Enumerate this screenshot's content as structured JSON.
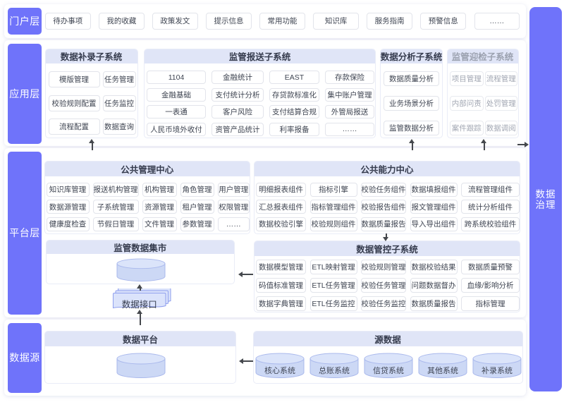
{
  "colors": {
    "accent_purple": "#6f73fa",
    "header_bg": "#e0e5f7",
    "item_border": "#e2e4eb",
    "item_text": "#3f4552",
    "disabled_text": "#a2a7b3",
    "cylinder_fill": "#ccd8f5",
    "cylinder_top": "#dbe4fa",
    "cylinder_stroke": "#a9b8ec",
    "arrow": "#45484d"
  },
  "layers": {
    "portal": {
      "label": "门户层",
      "items": [
        "待办事项",
        "我的收藏",
        "政策发文",
        "提示信息",
        "常用功能",
        "知识库",
        "服务指南",
        "预警信息",
        "……"
      ]
    },
    "application": {
      "label": "应用层",
      "subsystems": [
        {
          "title": "数据补录子系统",
          "items": [
            "模版管理",
            "任务管理",
            "校验规则配置",
            "任务监控",
            "流程配置",
            "数据查询"
          ]
        },
        {
          "title": "监管报送子系统",
          "items": [
            "1104",
            "金融统计",
            "EAST",
            "存款保险",
            "金融基础",
            "支付统计分析",
            "存贷款标准化",
            "集中账户管理",
            "一表通",
            "客户风险",
            "支付结算合规",
            "外管局报送",
            "人民币境外收付",
            "资管产品统计",
            "利率报备",
            "……"
          ]
        },
        {
          "title": "数据分析子系统",
          "items": [
            "数据质量分析",
            "业务场景分析",
            "监管数据分析"
          ]
        },
        {
          "title": "监管迎检子系统",
          "items": [
            "项目管理",
            "流程管理",
            "内部问责",
            "处罚管理",
            "案件跟踪",
            "数据调阅"
          ]
        }
      ]
    },
    "platform": {
      "label": "平台层",
      "management_center": {
        "title": "公共管理中心",
        "items": [
          "知识库管理",
          "报送机构管理",
          "机构管理",
          "角色管理",
          "用户管理",
          "数据源管理",
          "子系统管理",
          "资源管理",
          "租户管理",
          "权限管理",
          "健康度检查",
          "节假日管理",
          "文件管理",
          "参数管理",
          "……"
        ]
      },
      "capability_center": {
        "title": "公共能力中心",
        "items": [
          "明细报表组件",
          "指标引擎",
          "校验任务组件",
          "数据填报组件",
          "流程管理组件",
          "汇总报表组件",
          "指标管理组件",
          "校验报告组件",
          "报文管理组件",
          "统计分析组件",
          "数据校验引擎",
          "校验规则组件",
          "数据质量报告",
          "导入导出组件",
          "跨系统校验组件"
        ]
      },
      "data_mart": {
        "title": "监管数据集市"
      },
      "data_interface": {
        "label": "数据接口"
      },
      "control_subsystem": {
        "title": "数据管控子系统",
        "items": [
          "数据模型管理",
          "ETL映射管理",
          "校验规则管理",
          "数据校验结果",
          "数据质量预警",
          "码值标准管理",
          "ETL任务管理",
          "校验任务管理",
          "问题数据督办",
          "血缘/影响分析",
          "数据字典管理",
          "ETL任务监控",
          "校验任务监控",
          "数据质量报告",
          "指标管理"
        ]
      }
    },
    "datasource": {
      "label": "数据源",
      "data_platform": {
        "title": "数据平台"
      },
      "source_data": {
        "title": "源数据",
        "systems": [
          "核心系统",
          "总账系统",
          "信贷系统",
          "其他系统",
          "补录系统"
        ]
      }
    },
    "governance": {
      "label": "数据治理"
    }
  }
}
